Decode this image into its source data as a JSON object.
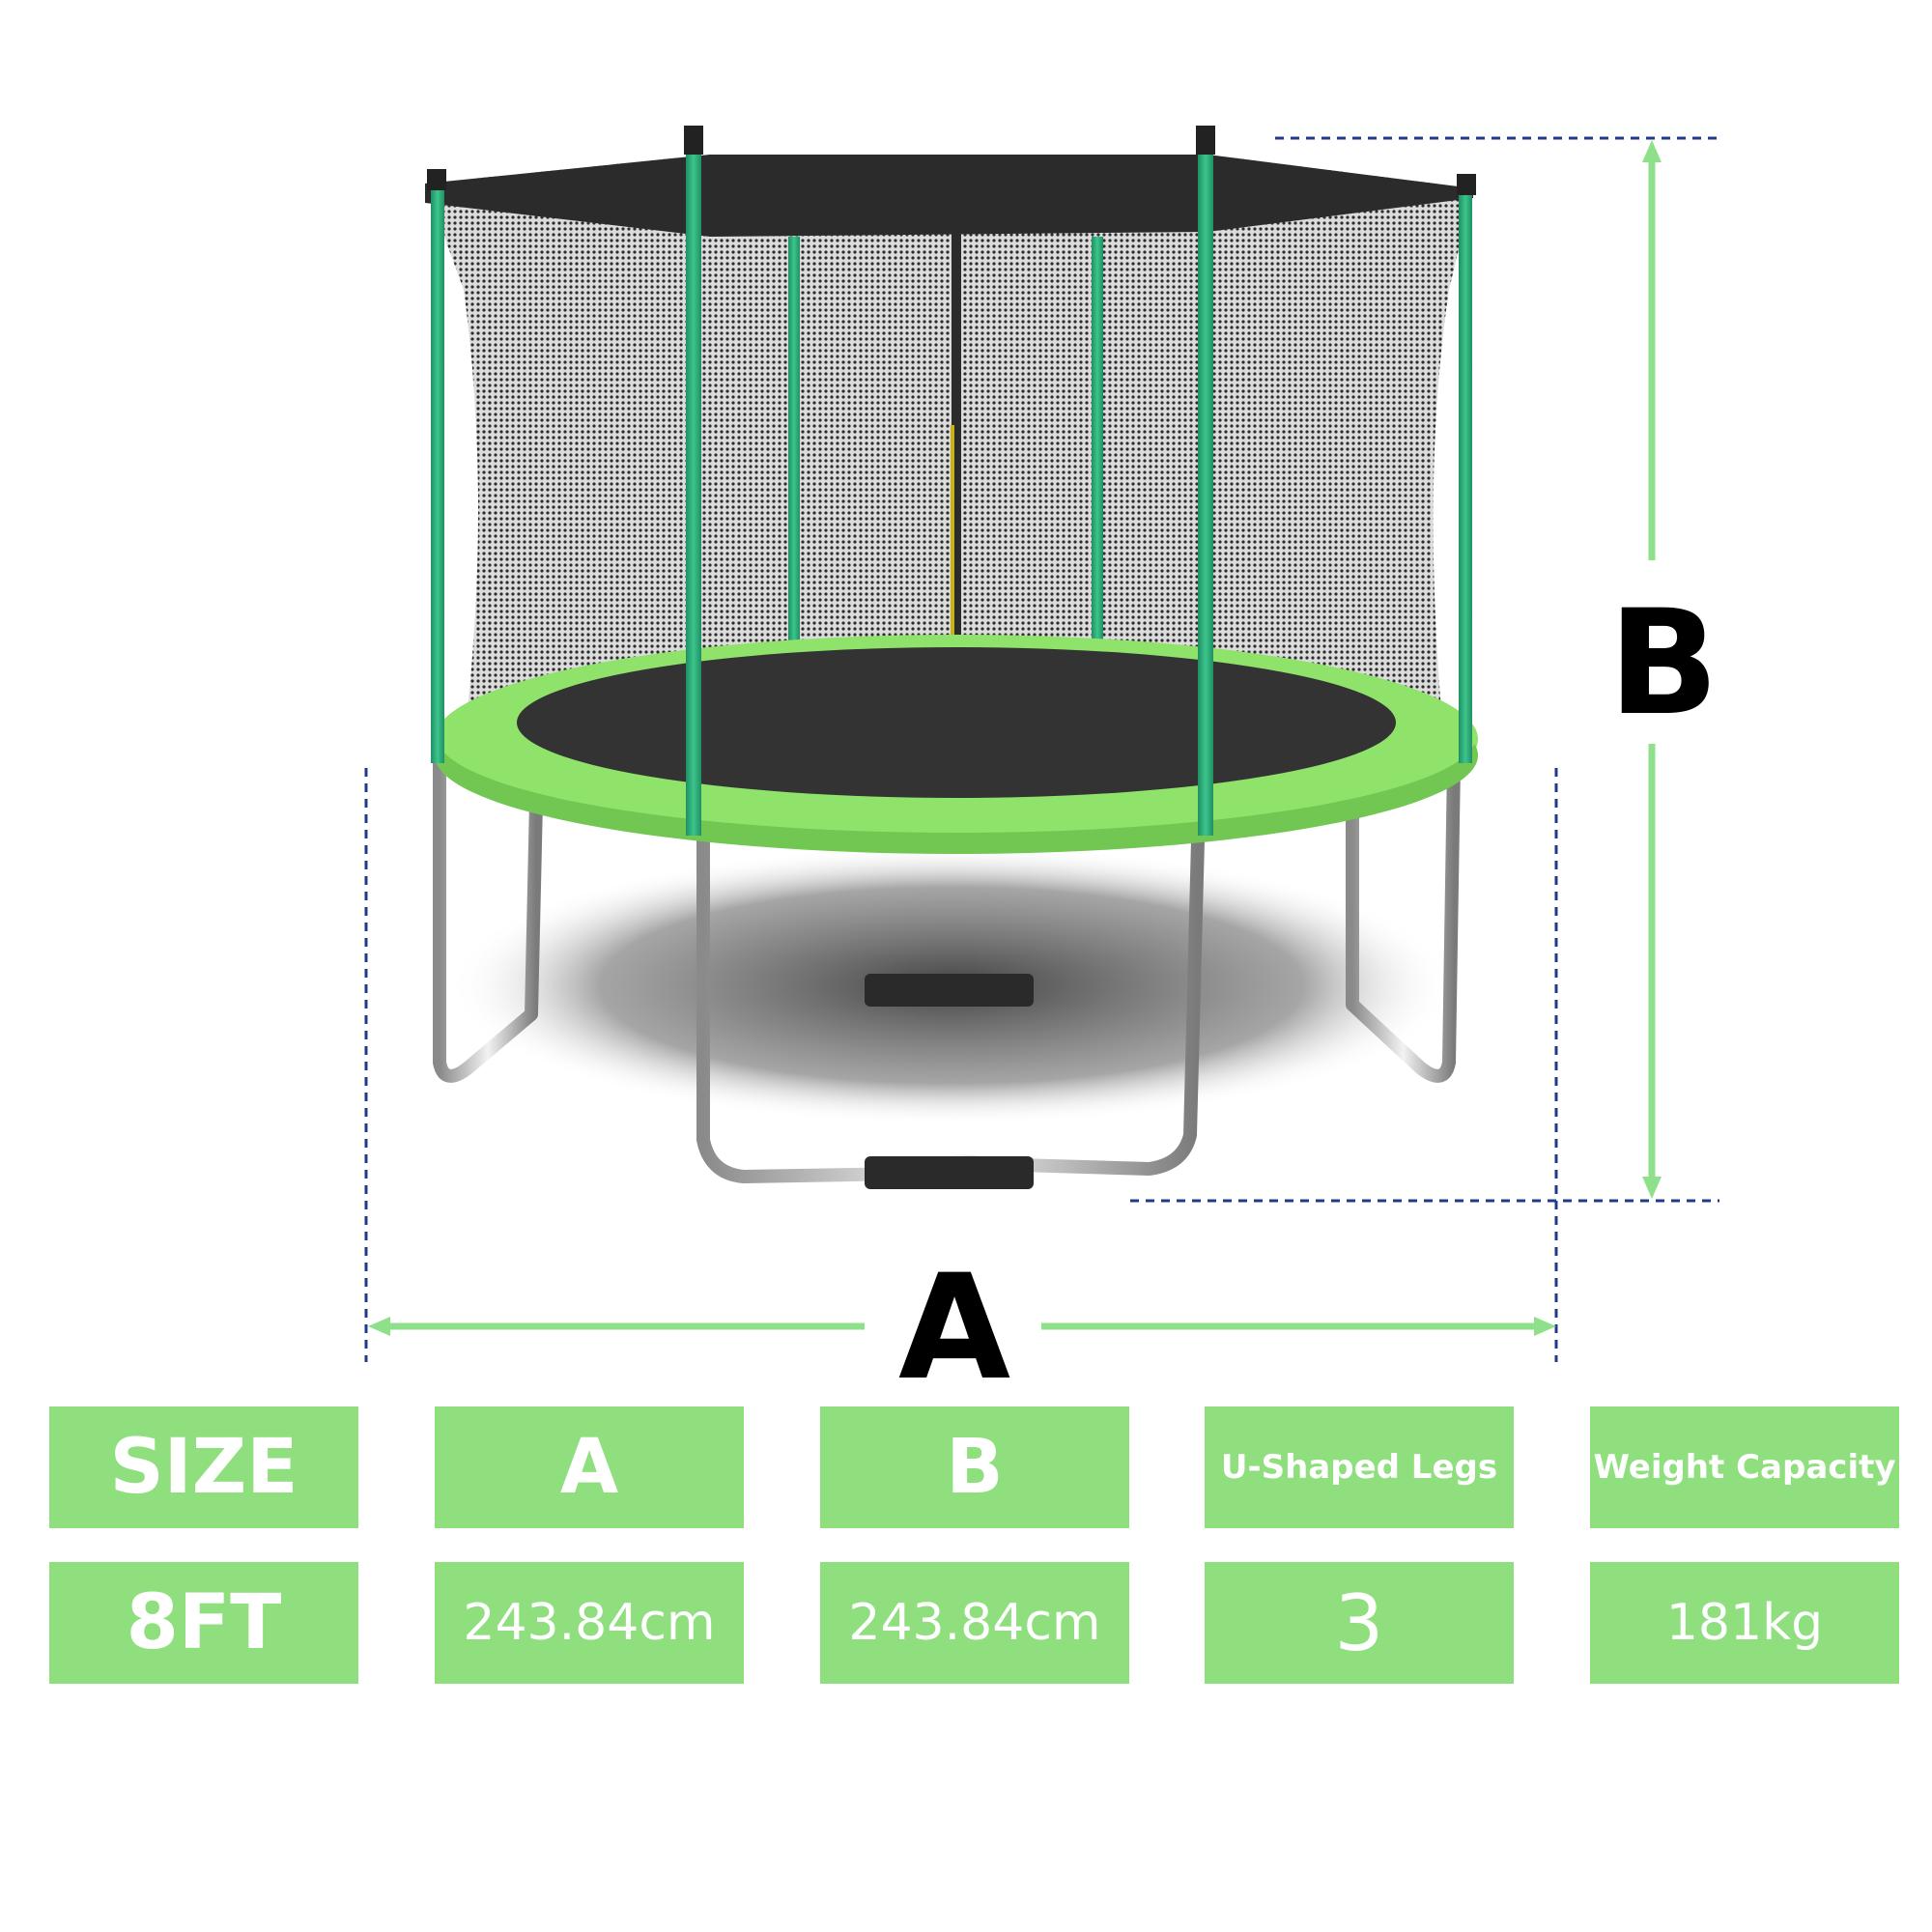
{
  "dimensions": {
    "label_a": "A",
    "label_b": "B"
  },
  "spec_table": {
    "headers": [
      "SIZE",
      "A",
      "B",
      "U-Shaped Legs",
      "Weight Capacity"
    ],
    "values": [
      "8FT",
      "243.84cm",
      "243.84cm",
      "3",
      "181kg"
    ]
  },
  "colors": {
    "cell_green": "#90df7e",
    "arrow_green": "#8fe08a",
    "pad_green": "#8fe36a",
    "pole_teal": "#2fb37a",
    "guide_navy": "#1f3b8a"
  }
}
